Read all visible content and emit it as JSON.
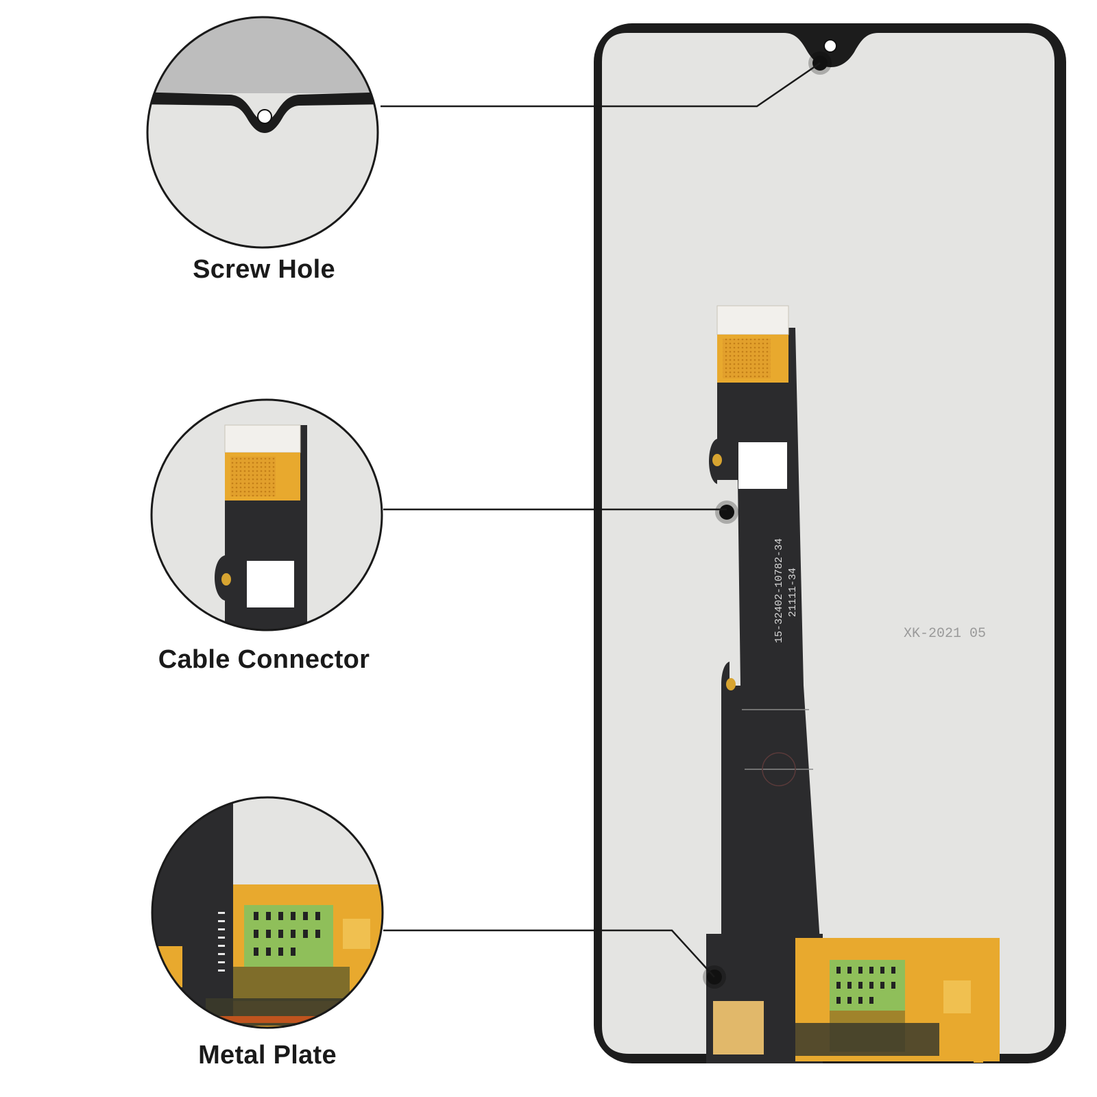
{
  "callouts": {
    "screw_hole": {
      "label": "Screw Hole"
    },
    "cable_connector": {
      "label": "Cable Connector"
    },
    "metal_plate": {
      "label": "Metal Plate"
    }
  },
  "panel_markings": {
    "part_number_line1": "15-32402-10782-34",
    "part_number_line2": "21111-34",
    "date_code": "XK-2021 05"
  },
  "colors": {
    "panel_gray": "#e4e4e2",
    "bezel": "#1c1c1c",
    "flex_cable": "#2b2b2d",
    "copper_tape": "#e8a92e",
    "pcb_green": "#8fbf5a",
    "leader_line": "#1a1a1a"
  }
}
